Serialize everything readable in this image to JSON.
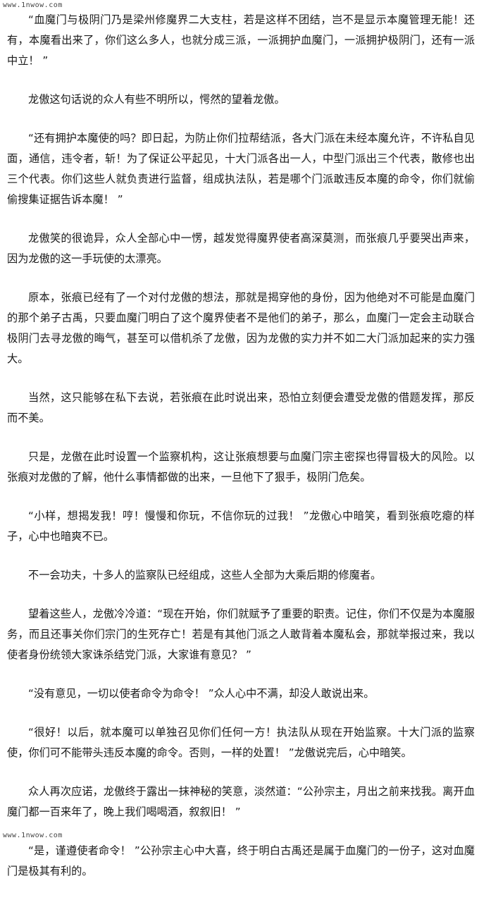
{
  "watermark": {
    "top": "www.1nwow.com",
    "bottom": "www.1nwow.com"
  },
  "paragraphs": [
    "“血魔门与极阴门乃是梁州修魔界二大支柱，若是这样不团结，岂不是显示本魔管理无能！还有，本魔看出来了，你们这么多人，也就分成三派，一派拥护血魔门，一派拥护极阴门，还有一派中立！ ”",
    "龙傲这句话说的众人有些不明所以，愕然的望着龙傲。",
    "“还有拥护本魔使的吗？即日起，为防止你们拉帮结派，各大门派在未经本魔允许，不许私自见面，通信，违令者，斩！为了保证公平起见，十大门派各出一人，中型门派出三个代表，散修也出三个代表。你们这些人就负责进行监督，组成执法队，若是哪个门派敢违反本魔的命令，你们就偷偷搜集证据告诉本魔！ ”",
    "龙傲笑的很诡异，众人全部心中一愣，越发觉得魔界使者高深莫测，而张痕几乎要哭出声来，因为龙傲的这一手玩使的太漂亮。",
    "原本，张痕已经有了一个对付龙傲的想法，那就是揭穿他的身份，因为他绝对不可能是血魔门的那个弟子古禹，只要血魔门明白了这个魔界使者不是他们的弟子，那么，血魔门一定会主动联合极阴门去寻龙傲的晦气，甚至可以借机杀了龙傲，因为龙傲的实力并不如二大门派加起来的实力强大。",
    "当然，这只能够在私下去说，若张痕在此时说出来，恐怕立刻便会遭受龙傲的借题发挥，那反而不美。",
    "只是，龙傲在此时设置一个监察机构，这让张痕想要与血魔门宗主密探也得冒极大的风险。以张痕对龙傲的了解，他什么事情都做的出来，一旦他下了狠手，极阴门危矣。",
    "“小样，想揭发我！哼！慢慢和你玩，不信你玩的过我！ ”龙傲心中暗笑，看到张痕吃瘪的样子，心中也暗爽不已。",
    "不一会功夫，十多人的监察队已经组成，这些人全部为大乘后期的修魔者。",
    "望着这些人，龙傲冷冷道：“现在开始，你们就赋予了重要的职责。记住，你们不仅是为本魔服务，而且还事关你们宗门的生死存亡！若是有其他门派之人敢背着本魔私会，那就举报过来，我以使者身份统领大家诛杀结党门派，大家谁有意见？ ”",
    "“没有意见，一切以使者命令为命令！ ”众人心中不满，却没人敢说出来。",
    "“很好！以后，就本魔可以单独召见你们任何一方！执法队从现在开始监察。十大门派的监察使，你们可不能带头违反本魔的命令。否则，一样的处置！ ”龙傲说完后，心中暗笑。",
    "众人再次应诺，龙傲终于露出一抹神秘的笑意，淡然道：“公孙宗主，月出之前来找我。离开血魔门都一百来年了，晚上我们喝喝酒，叙叙旧！ ”",
    "“是，谨遵使者命令！ ”公孙宗主心中大喜，终于明白古禹还是属于血魔门的一份子，这对血魔门是极其有利的。"
  ]
}
